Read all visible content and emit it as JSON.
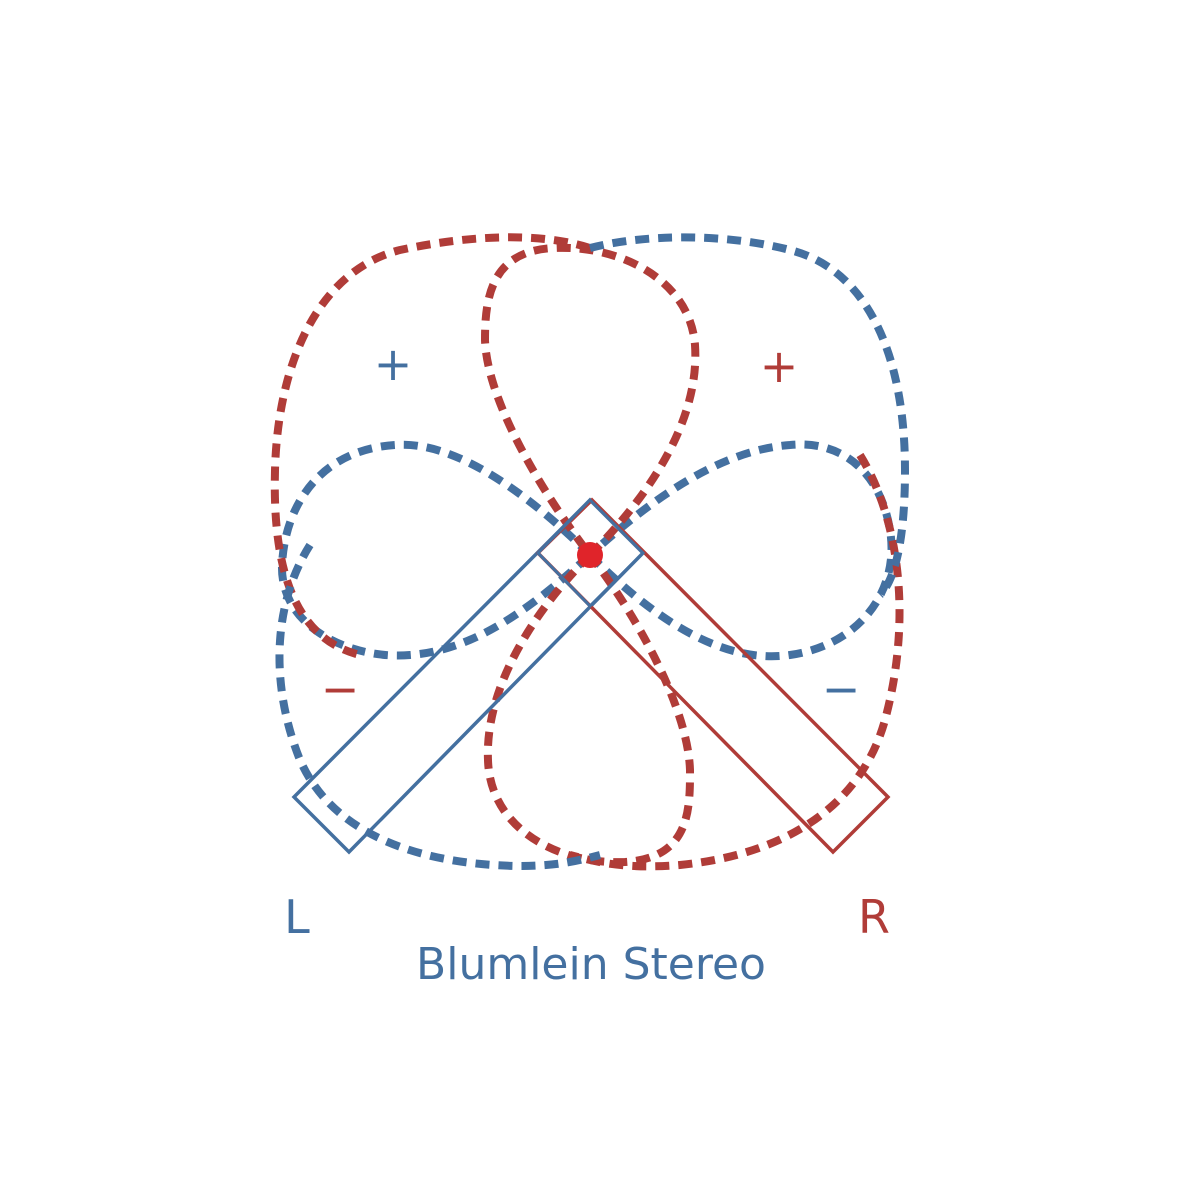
{
  "diagram": {
    "title": "Blumlein Stereo",
    "left_label": "L",
    "right_label": "R",
    "signs": {
      "left_positive": "+",
      "right_positive": "+",
      "left_negative": "−",
      "right_negative": "−"
    },
    "colors": {
      "left": "#4470a0",
      "right": "#b03c38",
      "center_point": "#e0242a",
      "background": "#ffffff"
    }
  }
}
